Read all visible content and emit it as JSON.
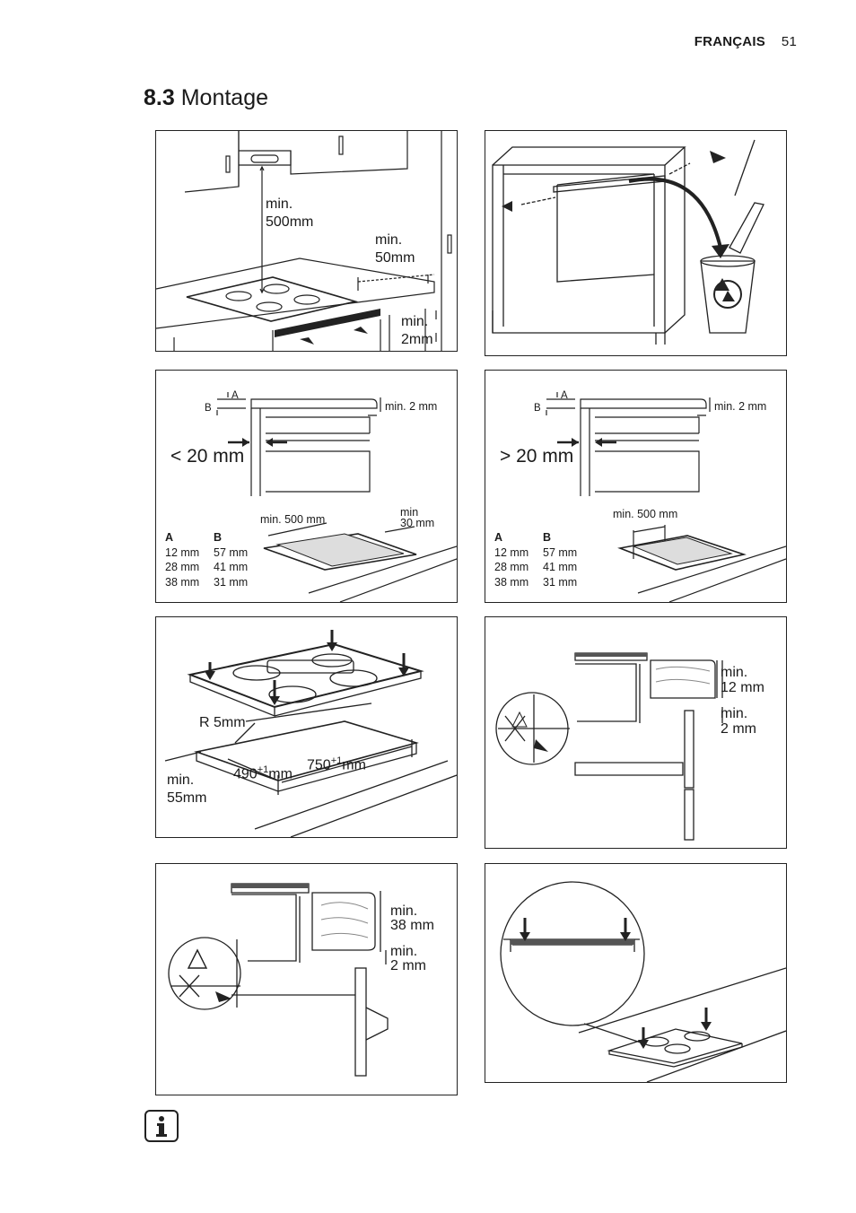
{
  "header": {
    "language": "FRANÇAIS",
    "page_number": "51"
  },
  "section": {
    "number": "8.3",
    "title": "Montage"
  },
  "panel1": {
    "h_label1": "min.",
    "h_label2": "500mm",
    "d_label1": "min.",
    "d_label2": "50mm",
    "g_label1": "min.",
    "g_label2": "2mm"
  },
  "panel3": {
    "a": "A",
    "b": "B",
    "gap": "min. 2 mm",
    "dist": "< 20 mm",
    "depth": "min. 500 mm",
    "back1": "min",
    "back2": "30 mm",
    "table": {
      "head_a": "A",
      "head_b": "B",
      "rows": [
        [
          "12 mm",
          "57 mm"
        ],
        [
          "28 mm",
          "41 mm"
        ],
        [
          "38 mm",
          "31 mm"
        ]
      ]
    }
  },
  "panel4": {
    "a": "A",
    "b": "B",
    "gap": "min. 2 mm",
    "dist": "> 20 mm",
    "depth": "min. 500 mm",
    "table": {
      "head_a": "A",
      "head_b": "B",
      "rows": [
        [
          "12 mm",
          "57 mm"
        ],
        [
          "28 mm",
          "41 mm"
        ],
        [
          "38 mm",
          "31 mm"
        ]
      ]
    }
  },
  "panel5": {
    "radius": "R 5mm",
    "width": "490",
    "width_tol": "+1",
    "width_unit": "mm",
    "length": "750",
    "length_tol": "+1",
    "length_unit": "mm",
    "edge1": "min.",
    "edge2": "55mm"
  },
  "panel6": {
    "top1": "min.",
    "top2": "12 mm",
    "gap1": "min.",
    "gap2": "2 mm"
  },
  "panel7": {
    "top1": "min.",
    "top2": "38 mm",
    "gap1": "min.",
    "gap2": "2 mm"
  }
}
